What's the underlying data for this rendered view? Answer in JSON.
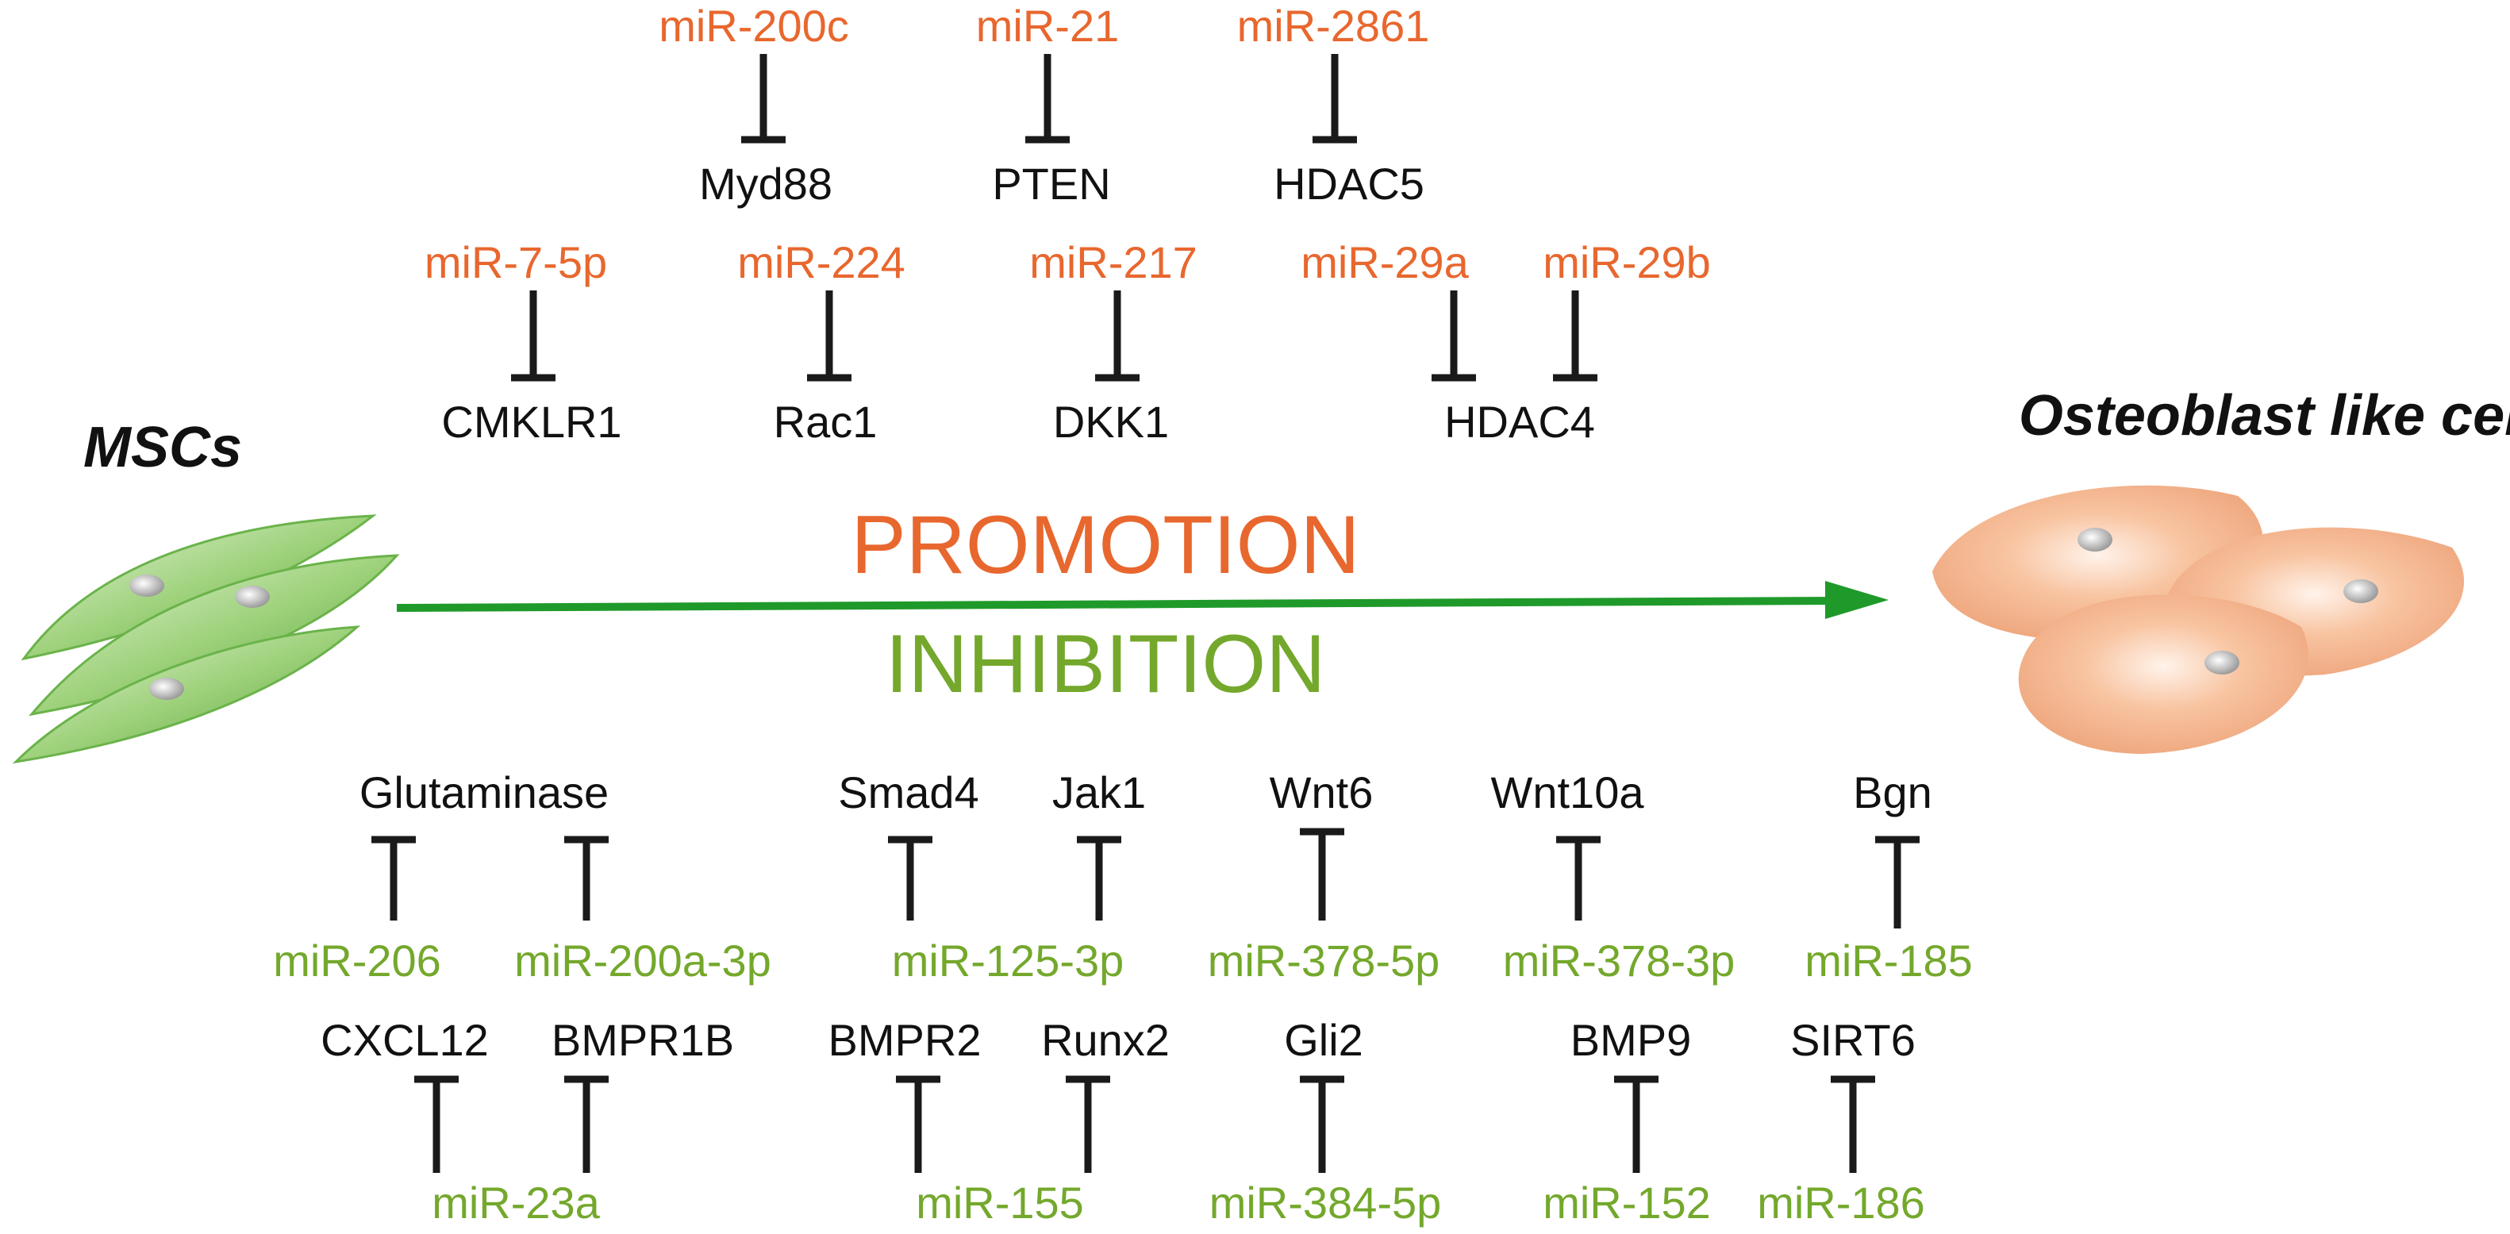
{
  "colors": {
    "promote_mirna": "#e8672e",
    "inhibit_mirna": "#74a82c",
    "target": "#111111",
    "arrow": "#1f9a2a",
    "inhibitor_bar": "#1a1a1a"
  },
  "cells": {
    "source": "MSCs",
    "target": "Osteoblast like cells"
  },
  "headers": {
    "promotion": "PROMOTION",
    "inhibition": "INHIBITION"
  },
  "promotion_row1": [
    {
      "mirna": "miR-200c",
      "target": "Myd88"
    },
    {
      "mirna": "miR-21",
      "target": "PTEN"
    },
    {
      "mirna": "miR-2861",
      "target": "HDAC5"
    }
  ],
  "promotion_row2": [
    {
      "mirna": "miR-7-5p",
      "target": "CMKLR1"
    },
    {
      "mirna": "miR-224",
      "target": "Rac1"
    },
    {
      "mirna": "miR-217",
      "target": "DKK1"
    },
    {
      "mirna": "miR-29a",
      "target": "HDAC4"
    },
    {
      "mirna": "miR-29b",
      "target": ""
    }
  ],
  "inhibition_row1_targets": [
    "Glutaminase",
    "Smad4",
    "Jak1",
    "Wnt6",
    "Wnt10a",
    "Bgn"
  ],
  "inhibition_row1_mirnas": [
    "miR-206",
    "miR-200a-3p",
    "miR-125-3p",
    "miR-378-5p",
    "miR-378-3p",
    "miR-185"
  ],
  "inhibition_row2_targets": [
    "CXCL12",
    "BMPR1B",
    "BMPR2",
    "Runx2",
    "Gli2",
    "BMP9",
    "SIRT6"
  ],
  "inhibition_row2_mirnas": [
    "miR-23a",
    "miR-155",
    "miR-384-5p",
    "miR-152",
    "miR-186"
  ]
}
